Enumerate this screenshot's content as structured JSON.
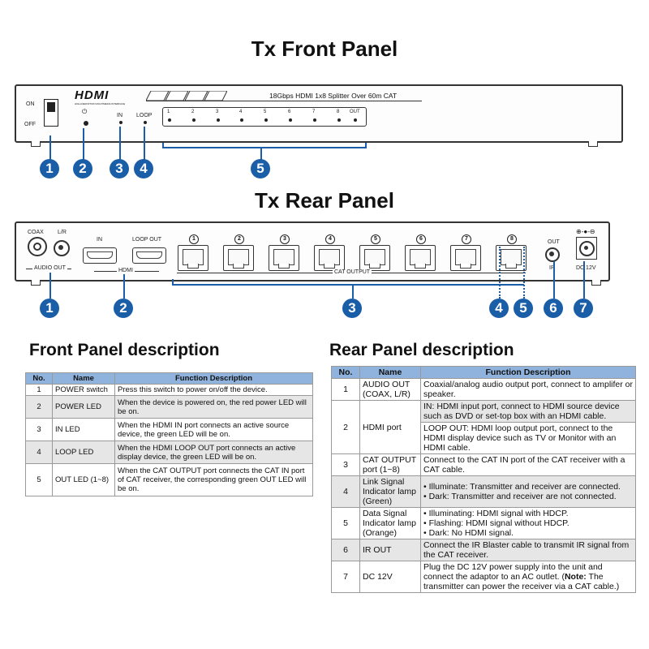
{
  "front": {
    "title": "Tx Front Panel",
    "switch_on": "ON",
    "switch_off": "OFF",
    "brand": "HDMI",
    "brand_sub": "HIGH-DEFINITION MULTIMEDIA INTERFACE",
    "product_text": "18Gbps HDMI 1x8 Splitter Over 60m CAT",
    "in_label": "IN",
    "loop_label": "LOOP",
    "led_labels": [
      "1",
      "2",
      "3",
      "4",
      "5",
      "6",
      "7",
      "8",
      "OUT"
    ],
    "callouts": [
      "1",
      "2",
      "3",
      "4",
      "5"
    ]
  },
  "rear": {
    "title": "Tx Rear Panel",
    "coax": "COAX",
    "lr": "L/R",
    "audio_out": "AUDIO OUT",
    "in": "IN",
    "loop_out": "LOOP OUT",
    "hdmi": "HDMI",
    "ports": [
      "1",
      "2",
      "3",
      "4",
      "5",
      "6",
      "7",
      "8"
    ],
    "cat_output": "CAT OUTPUT",
    "out": "OUT",
    "ir": "IR",
    "dc": "DC 12V",
    "callouts": [
      "1",
      "2",
      "3",
      "4",
      "5",
      "6",
      "7"
    ]
  },
  "front_desc": {
    "heading": "Front Panel description",
    "headers": [
      "No.",
      "Name",
      "Function Description"
    ],
    "rows": [
      [
        "1",
        "POWER switch",
        "Press this switch to power on/off the device."
      ],
      [
        "2",
        "POWER LED",
        "When the device is powered on, the red power LED will be on."
      ],
      [
        "3",
        "IN LED",
        "When the HDMI IN port connects an active source device, the green LED will be on."
      ],
      [
        "4",
        "LOOP LED",
        "When the HDMI LOOP OUT port connects an active display device, the green LED will be on."
      ],
      [
        "5",
        "OUT LED (1~8)",
        "When the CAT OUTPUT port connects the CAT IN port of CAT receiver, the corresponding green OUT LED will be on."
      ]
    ]
  },
  "rear_desc": {
    "heading": "Rear Panel description",
    "headers": [
      "No.",
      "Name",
      "Function Description"
    ],
    "r1": [
      "1",
      "AUDIO OUT (COAX, L/R)",
      "Coaxial/analog audio output port, connect to amplifer or speaker."
    ],
    "r2": [
      "2",
      "HDMI port",
      "IN: HDMI input port, connect to HDMI source device such as DVD or set-top box with an HDMI cable.",
      "LOOP OUT: HDMI loop output port, connect to the HDMI display device such as TV or Monitor with an HDMI cable."
    ],
    "r3": [
      "3",
      "CAT OUTPUT port (1~8)",
      "Connect to the CAT IN port of the CAT receiver with a CAT cable."
    ],
    "r4": [
      "4",
      "Link Signal Indicator lamp (Green)",
      "• Illuminate: Transmitter and receiver are connected.",
      "• Dark: Transmitter and receiver are not connected."
    ],
    "r5": [
      "5",
      "Data Signal Indicator lamp (Orange)",
      "• Illuminating: HDMI signal with HDCP.",
      "• Flashing: HDMI signal without HDCP.",
      "• Dark: No HDMI signal."
    ],
    "r6": [
      "6",
      "IR OUT",
      "Connect the IR Blaster cable to transmit IR signal from the CAT receiver."
    ],
    "r7": [
      "7",
      "DC 12V",
      "Plug the DC 12V power supply into the unit and connect the adaptor to an AC outlet. (",
      "Note:",
      " The transmitter can power the receiver via a CAT cable.)"
    ]
  }
}
